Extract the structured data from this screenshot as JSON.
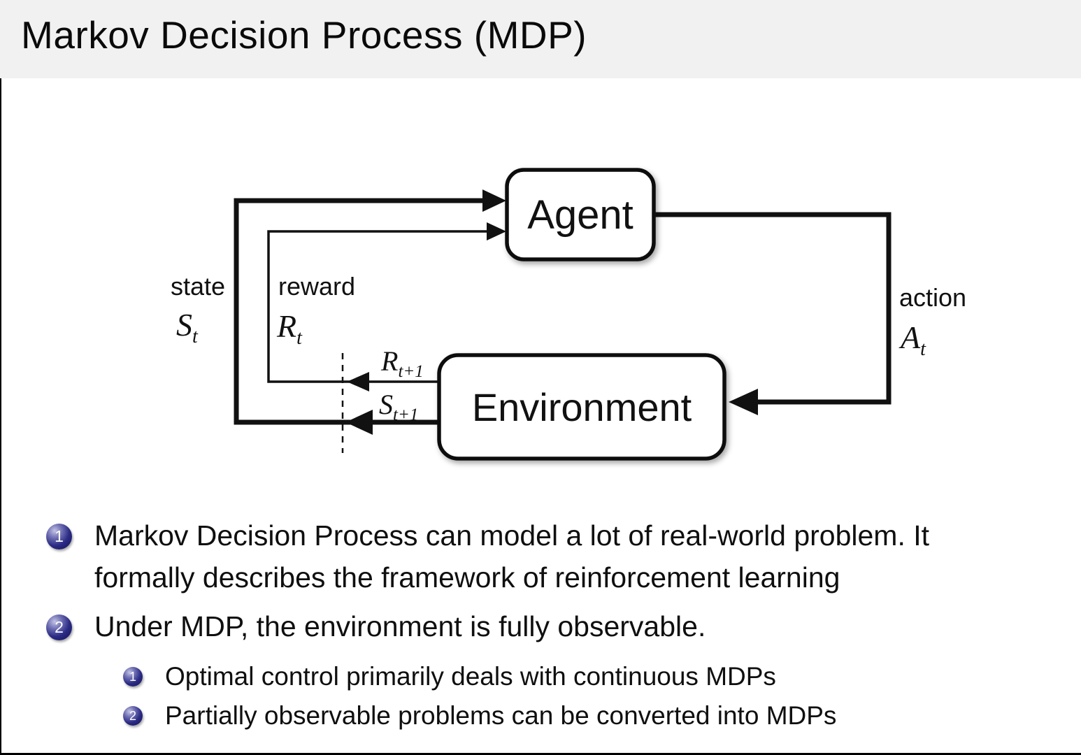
{
  "slide": {
    "title": "Markov Decision Process (MDP)"
  },
  "colors": {
    "title_bar_bg": "#f1f1f1",
    "body_bg": "#ffffff",
    "text": "#0f0f0f",
    "bullet_ball": "#2b2b85",
    "diagram_stroke": "#111111"
  },
  "diagram": {
    "agent_label": "Agent",
    "environment_label": "Environment",
    "state_label": "state",
    "state_symbol": "S",
    "state_symbol_sub": "t",
    "reward_label": "reward",
    "reward_symbol": "R",
    "reward_symbol_sub": "t",
    "action_label": "action",
    "action_symbol": "A",
    "action_symbol_sub": "t",
    "next_reward_symbol": "R",
    "next_reward_sub": "t+1",
    "next_state_symbol": "S",
    "next_state_sub": "t+1"
  },
  "bullets": [
    {
      "number": "1",
      "lines": [
        "Markov Decision Process can model a lot of real-world problem. It",
        "formally describes the framework of reinforcement learning"
      ]
    },
    {
      "number": "2",
      "lines": [
        "Under MDP, the environment is fully observable."
      ],
      "sub": [
        {
          "number": "1",
          "text": "Optimal control primarily deals with continuous MDPs"
        },
        {
          "number": "2",
          "text": "Partially observable problems can be converted into MDPs"
        }
      ]
    }
  ]
}
